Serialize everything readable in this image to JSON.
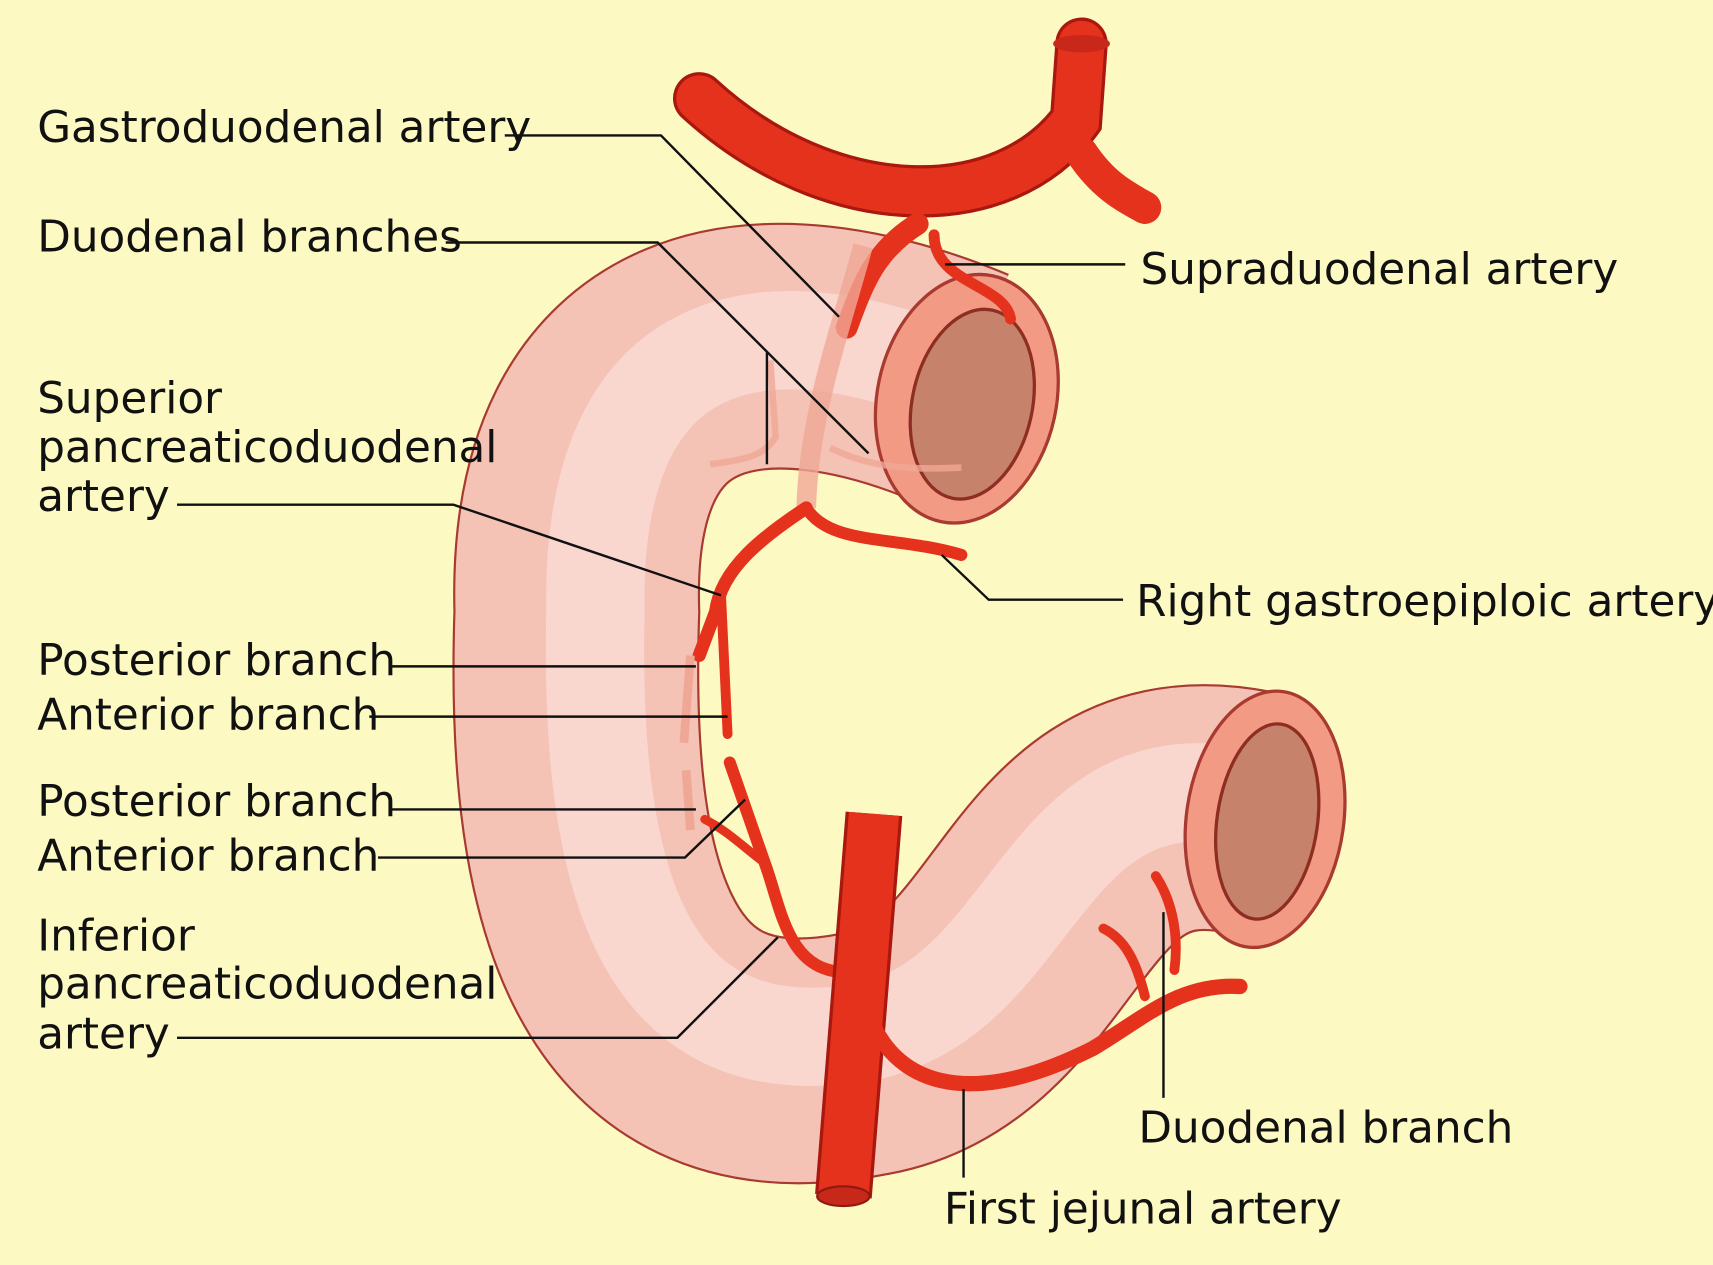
{
  "colors": {
    "background": "#fdf9c2",
    "artery": "#e5321c",
    "duodenum": "#f7c7bd",
    "outline": "#a83a30",
    "lumen": "#c7826c"
  },
  "labels": {
    "gastroduodenal": "Gastroduodenal artery",
    "duodenal_branches": "Duodenal branches",
    "superior_pd_1": "Superior",
    "superior_pd_2": "pancreaticoduodenal",
    "superior_pd_3": "artery",
    "posterior_branch_1": "Posterior branch",
    "anterior_branch_1": "Anterior branch",
    "posterior_branch_2": "Posterior branch",
    "anterior_branch_2": "Anterior branch",
    "inferior_pd_1": "Inferior",
    "inferior_pd_2": "pancreaticoduodenal",
    "inferior_pd_3": "artery",
    "supraduodenal": "Supraduodenal artery",
    "right_gastroepiploic": "Right gastroepiploic artery",
    "duodenal_branch": "Duodenal branch",
    "first_jejunal": "First jejunal artery"
  }
}
